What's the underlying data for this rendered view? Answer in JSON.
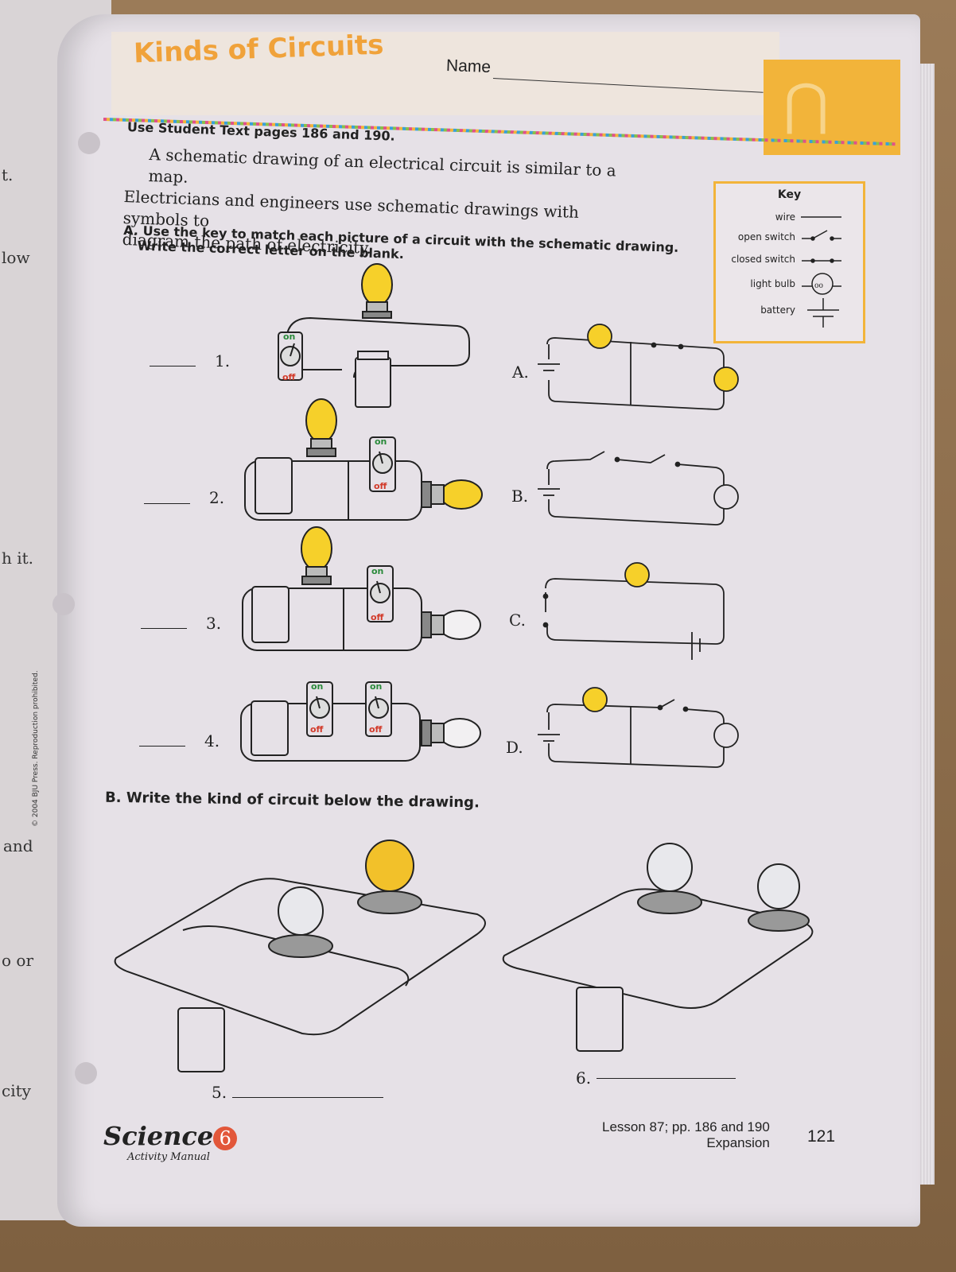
{
  "page": {
    "title": "Kinds of Circuits",
    "name_label": "Name",
    "directions_ref": "Use Student Text pages 186 and 190.",
    "intro_line1": "A schematic drawing of an electrical circuit is similar to a map.",
    "intro_line2": "Electricians and engineers use schematic drawings with symbols to",
    "intro_line3": "diagram the path of electricity."
  },
  "section_a": {
    "label": "A.",
    "instruction_line1": "Use the key to match each picture of a circuit with the schematic drawing.",
    "instruction_line2": "Write the correct letter on the blank.",
    "items": [
      "1.",
      "2.",
      "3.",
      "4."
    ],
    "schematics": [
      "A.",
      "B.",
      "C.",
      "D."
    ],
    "switch_on": "on",
    "switch_off": "off"
  },
  "key": {
    "title": "Key",
    "rows": [
      "wire",
      "open switch",
      "closed switch",
      "light bulb",
      "battery"
    ]
  },
  "section_b": {
    "label": "B.",
    "instruction": "Write the kind of circuit below the drawing.",
    "items": [
      "5.",
      "6."
    ]
  },
  "footer": {
    "logo_text": "Science",
    "logo_number": "6",
    "logo_subtitle": "Activity Manual",
    "lesson": "Lesson 87; pp. 186 and 190",
    "expansion": "Expansion",
    "page_number": "121",
    "copyright": "© 2004 BJU Press. Reproduction prohibited."
  },
  "left_page_fragments": [
    "t.",
    "low",
    "h it.",
    "and",
    "o or",
    "city"
  ],
  "colors": {
    "accent_orange": "#f2b43a",
    "bulb_yellow": "#f6d02a",
    "title_orange": "#f0a23a"
  }
}
